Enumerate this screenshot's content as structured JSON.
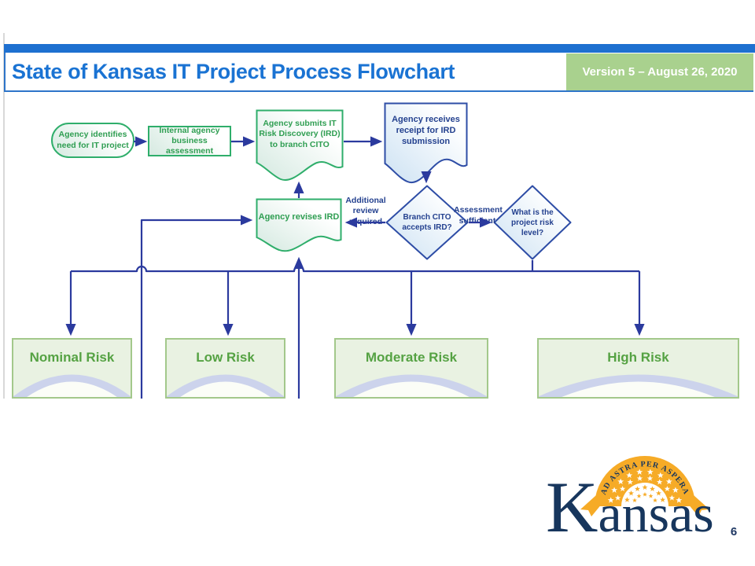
{
  "header": {
    "title": "State of Kansas IT Project Process Flowchart",
    "version": "Version 5 – August 26, 2020"
  },
  "flowchart": {
    "nodes": {
      "identify": "Agency identifies need for IT project",
      "assess": "Internal agency business assessment",
      "submit": "Agency submits IT Risk Discovery (IRD) to branch CITO",
      "receipt": "Agency receives receipt for IRD submission",
      "revise": "Agency revises IRD",
      "accept": "Branch CITO accepts IRD?",
      "risk_level": "What is the project risk level?"
    },
    "edge_labels": {
      "additional_review": "Additional review required",
      "assessment_sufficient": "Assessment sufficient"
    },
    "risk_categories": [
      "Nominal Risk",
      "Low Risk",
      "Moderate Risk",
      "High Risk"
    ]
  },
  "logo": {
    "wordmark_initial": "K",
    "wordmark_rest": "ansas",
    "motto": "AD ASTRA PER ASPERA"
  },
  "page_number": "6",
  "colors": {
    "title_blue": "#1a73d3",
    "bar_blue": "#1e70d0",
    "version_green_bg": "#a9d18e",
    "shape_green": "#2fae6b",
    "shape_green_text": "#2f9e52",
    "shape_blue": "#2e4da6",
    "shape_blue_text": "#24418f",
    "connector_blue": "#2b3a9e",
    "risk_green_text": "#55a243",
    "risk_box_bg": "#e9f2e2",
    "logo_gold": "#f6ab27",
    "logo_navy": "#17365d"
  }
}
